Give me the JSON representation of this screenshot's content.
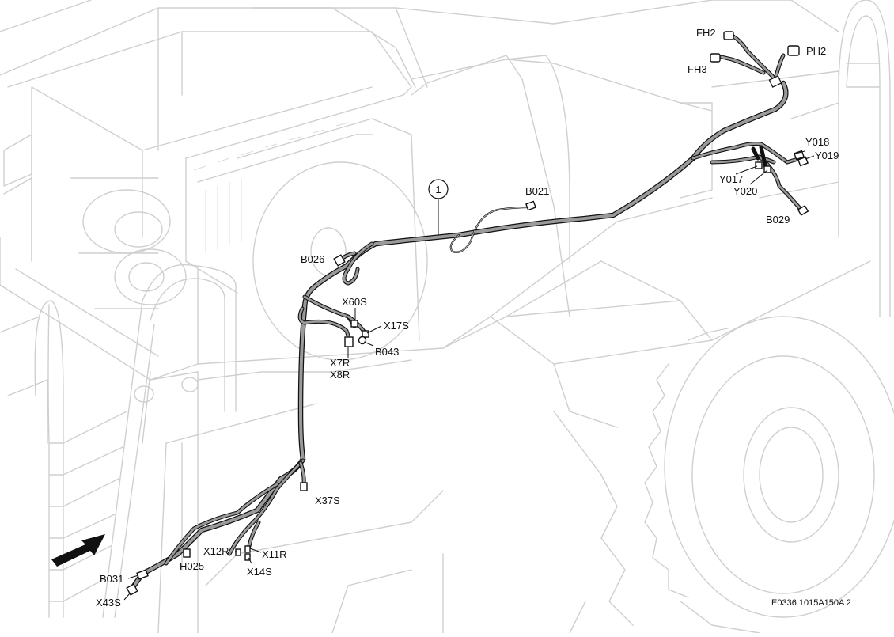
{
  "callout": {
    "number": "1"
  },
  "labels": {
    "FH2": "FH2",
    "FH3": "FH3",
    "PH2": "PH2",
    "Y018": "Y018",
    "Y019": "Y019",
    "Y017": "Y017",
    "Y020": "Y020",
    "B029": "B029",
    "B021": "B021",
    "B026": "B026",
    "X60S": "X60S",
    "X17S": "X17S",
    "B043": "B043",
    "X7R": "X7R",
    "X8R": "X8R",
    "X37S": "X37S",
    "X12R": "X12R",
    "X11R": "X11R",
    "X14S": "X14S",
    "H025": "H025",
    "B031": "B031",
    "X43S": "X43S"
  },
  "figure_code": "E0336 1015A150A 2",
  "direction_arrow": "direction-arrow-icon"
}
